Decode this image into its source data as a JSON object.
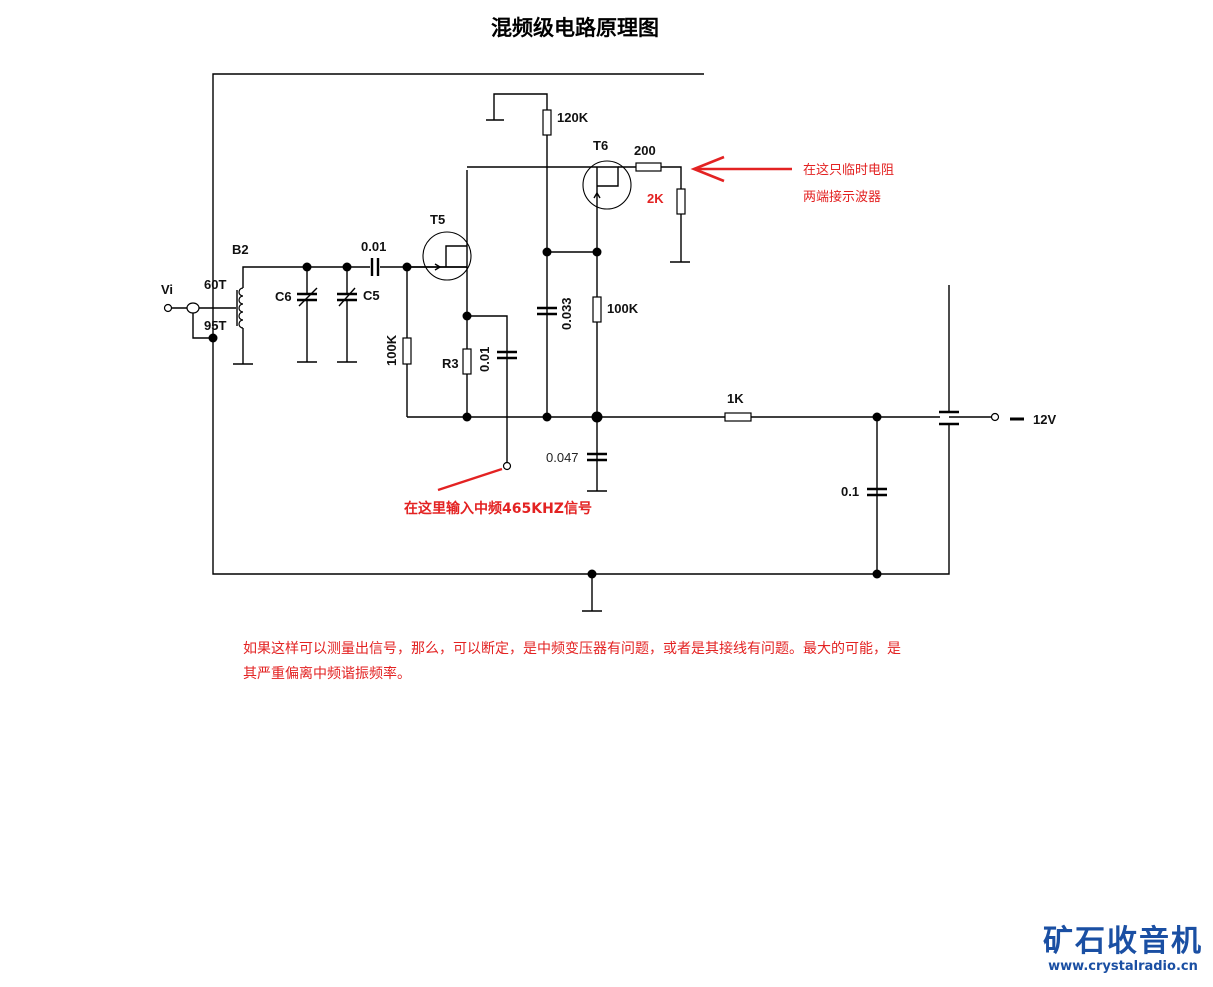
{
  "title": "混频级电路原理图",
  "labels": {
    "vi": "Vi",
    "b2": "B2",
    "t60": "60T",
    "t95": "95T",
    "c6": "C6",
    "c5": "C5",
    "c001_top": "0.01",
    "r100k_left": "100K",
    "t5": "T5",
    "r3": "R3",
    "c001_mid": "0.01",
    "r120k": "120K",
    "t6": "T6",
    "r200": "200",
    "r2k": "2K",
    "c0033": "0.033",
    "r100k_right": "100K",
    "r1k": "1K",
    "c0047": "0.047",
    "c01": "0.1",
    "v12": "12V"
  },
  "annotations": {
    "scope_line1": "在这只临时电阻",
    "scope_line2": "两端接示波器",
    "input_signal": "在这里输入中频465KHZ信号",
    "note": "如果这样可以测量出信号，那么，可以断定，是中频变压器有问题，或者是其接线有问题。最大的可能，是其严重偏离中频谐振频率。"
  },
  "logo": {
    "name": "矿石收音机",
    "url": "www.crystalradio.cn"
  },
  "colors": {
    "annotation": "#e32222",
    "logo": "#1a4fa3"
  }
}
